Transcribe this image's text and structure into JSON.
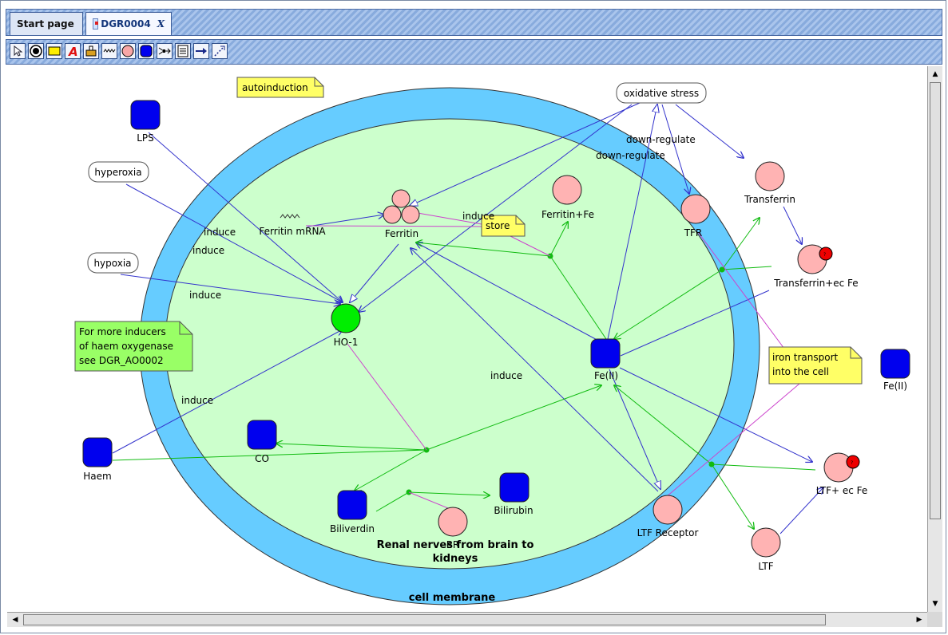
{
  "tabs": [
    {
      "label": "Start page"
    },
    {
      "label": "DGR0004",
      "close": "X"
    }
  ],
  "toolbar": {
    "tools": [
      "pointer-tool",
      "compartment-tool",
      "note-tool",
      "text-tool",
      "reaction-tool",
      "gene-tool",
      "macromolecule-tool",
      "simple-chemical-tool",
      "process-tool",
      "document-tool",
      "arrow-tool",
      "dotted-arrow-tool"
    ]
  },
  "diagram": {
    "compartment_label": "cell membrane",
    "notes": {
      "autoinduction": "autoinduction",
      "store": "store",
      "iron_transport_1": "iron transport",
      "iron_transport_2": "into the cell",
      "inducers_1": "For more inducers",
      "inducers_2": "of haem oxygenase",
      "inducers_3": "see DGR_AO0002"
    },
    "stimuli": {
      "oxidative_stress": "oxidative stress",
      "hyperoxia": "hyperoxia",
      "hypoxia": "hypoxia"
    },
    "nodes": {
      "lps": "LPS",
      "ferritin_mrna": "Ferritin mRNA",
      "ferritin": "Ferritin",
      "ferritin_fe": "Ferritin+Fe",
      "tfr": "TFR",
      "transferrin": "Transferrin",
      "transferrin_ecfe": "Transferrin+ec Fe",
      "ho1": "HO-1",
      "fe2_in": "Fe(II)",
      "fe2_out": "Fe(II)",
      "co": "CO",
      "haem": "Haem",
      "biliverdin": "Biliverdin",
      "bilirubin": "Bilirubin",
      "br": "BR",
      "ltf_receptor": "LTF Receptor",
      "ltf": "LTF",
      "ltf_ecfe": "LTF+ ec Fe",
      "renal_1": "Renal nerves from brain to",
      "renal_2": "kidneys"
    },
    "edge_labels": {
      "induce_lps": "induce",
      "induce_hyperoxia": "induce",
      "induce_hypoxia": "induce",
      "induce_haem": "induce",
      "induce_mid": "induce",
      "induce_ferritin": "induce",
      "downreg_1": "down-regulate",
      "downreg_2": "down-regulate"
    }
  },
  "colors": {
    "membrane": "#66ccff",
    "cytoplasm": "#ccffcc",
    "macromolecule": "#ffb3b3",
    "simple_chemical": "#0000ee",
    "ho1": "#00ee00",
    "note": "#ffff66",
    "note_green": "#99ff66",
    "edge_blue": "#3333cc",
    "edge_green": "#11bb11",
    "edge_magenta": "#cc44cc"
  }
}
